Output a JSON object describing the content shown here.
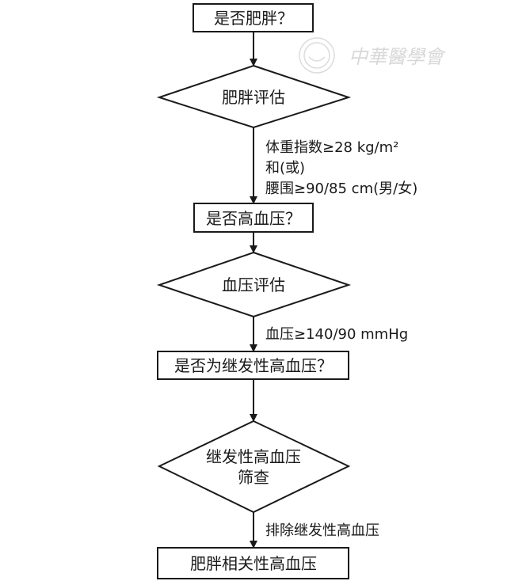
{
  "nodes": {
    "q_obese": "是否肥胖？",
    "obesity_assessment": "肥胖评估",
    "q_hypertension": "是否高血压？",
    "bp_assessment": "血压评估",
    "q_secondary": "是否为继发性高血压？",
    "secondary_screening_line1": "继发性高血压",
    "secondary_screening_line2": "筛查",
    "result": "肥胖相关性高血压"
  },
  "edge_labels": {
    "obesity_criteria_line1": "体重指数≥28 kg/m²",
    "obesity_criteria_line2": "和(或)",
    "obesity_criteria_line3": "腰围≥90/85 cm(男/女)",
    "bp_criteria": "血压≥140/90 mmHg",
    "exclude_secondary": "排除继发性高血压"
  },
  "watermark": {
    "text": "中華醫學會"
  }
}
